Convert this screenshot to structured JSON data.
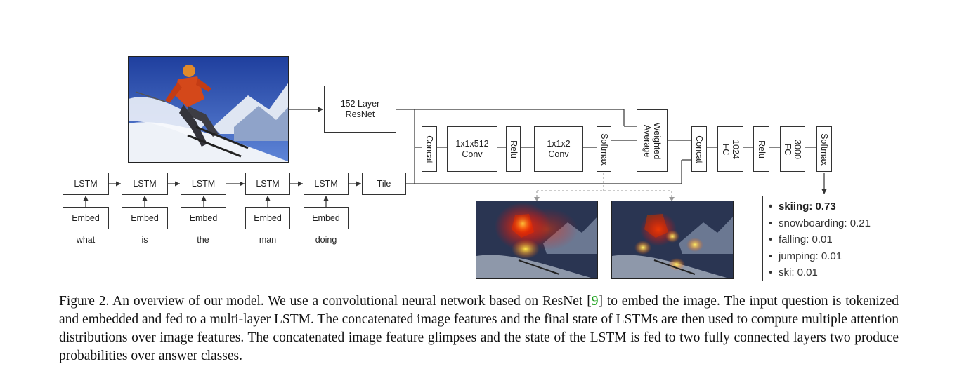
{
  "diagram": {
    "resnet_label": "152 Layer ResNet",
    "lstm_label": "LSTM",
    "embed_label": "Embed",
    "tile_label": "Tile",
    "question_words": [
      "what",
      "is",
      "the",
      "man",
      "doing"
    ],
    "attention_blocks": {
      "concat": "Concat",
      "conv1": "1x1x512 Conv",
      "relu": "Relu",
      "conv2": "1x1x2 Conv",
      "softmax": "Softmax",
      "weighted_average": "Weighted Average"
    },
    "classifier_blocks": {
      "concat": "Concat",
      "fc1": "1024 FC",
      "relu": "Relu",
      "fc2": "3000 FC",
      "softmax": "Softmax"
    }
  },
  "answers": [
    {
      "label": "skiing",
      "score": "0.73",
      "text": "skiing: 0.73"
    },
    {
      "label": "snowboarding",
      "score": "0.21",
      "text": "snowboarding: 0.21"
    },
    {
      "label": "falling",
      "score": "0.01",
      "text": "falling: 0.01"
    },
    {
      "label": "jumping",
      "score": "0.01",
      "text": "jumping: 0.01"
    },
    {
      "label": "ski",
      "score": "0.01",
      "text": "ski: 0.01"
    }
  ],
  "caption": {
    "before_cite": "Figure 2. An overview of our model. We use a convolutional neural network based on ResNet [",
    "cite": "9",
    "after_cite": "] to embed the image. The input question is tokenized and embedded and fed to a multi-layer LSTM. The concatenated image features and the final state of LSTMs are then used to compute multiple attention distributions over image features. The concatenated image feature glimpses and the state of the LSTM is fed to two fully connected layers two produce probabilities over answer classes."
  },
  "colors": {
    "sky": "#2c4fb0",
    "snow": "#eef2f8",
    "jacket": "#d4481a",
    "heat_red": "#ff2a00",
    "heat_yellow": "#ffe94a",
    "cite_green": "#1aa01a"
  }
}
